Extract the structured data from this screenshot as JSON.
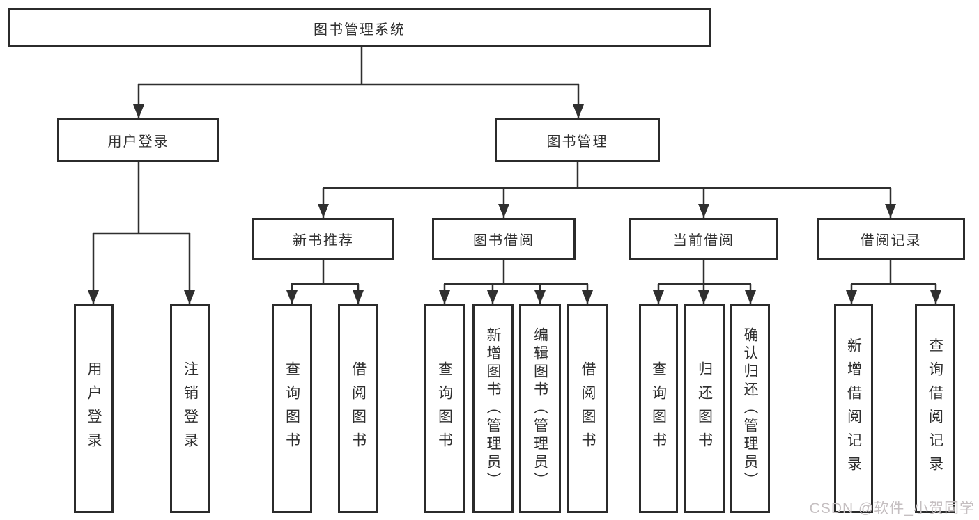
{
  "diagram": {
    "root": "图书管理系统",
    "level2": {
      "user_login": "用户登录",
      "book_mgmt": "图书管理"
    },
    "user_login_children": [
      "用户登录",
      "注销登录"
    ],
    "book_mgmt_groups": [
      {
        "label": "新书推荐",
        "children": [
          "查询图书",
          "借阅图书"
        ]
      },
      {
        "label": "图书借阅",
        "children": [
          "查询图书",
          "新增图书（管理员）",
          "编辑图书（管理员）",
          "借阅图书"
        ]
      },
      {
        "label": "当前借阅",
        "children": [
          "查询图书",
          "归还图书",
          "确认归还（管理员）"
        ]
      },
      {
        "label": "借阅记录",
        "children": [
          "新增借阅记录",
          "查询借阅记录"
        ]
      }
    ]
  },
  "watermark": "CSDN @软件_小贺同学",
  "colors": {
    "line": "#2f2f2f",
    "box_border": "#2b2b2b",
    "text": "#2f2f2f",
    "watermark": "#c5bfc1",
    "background": "#ffffff"
  }
}
